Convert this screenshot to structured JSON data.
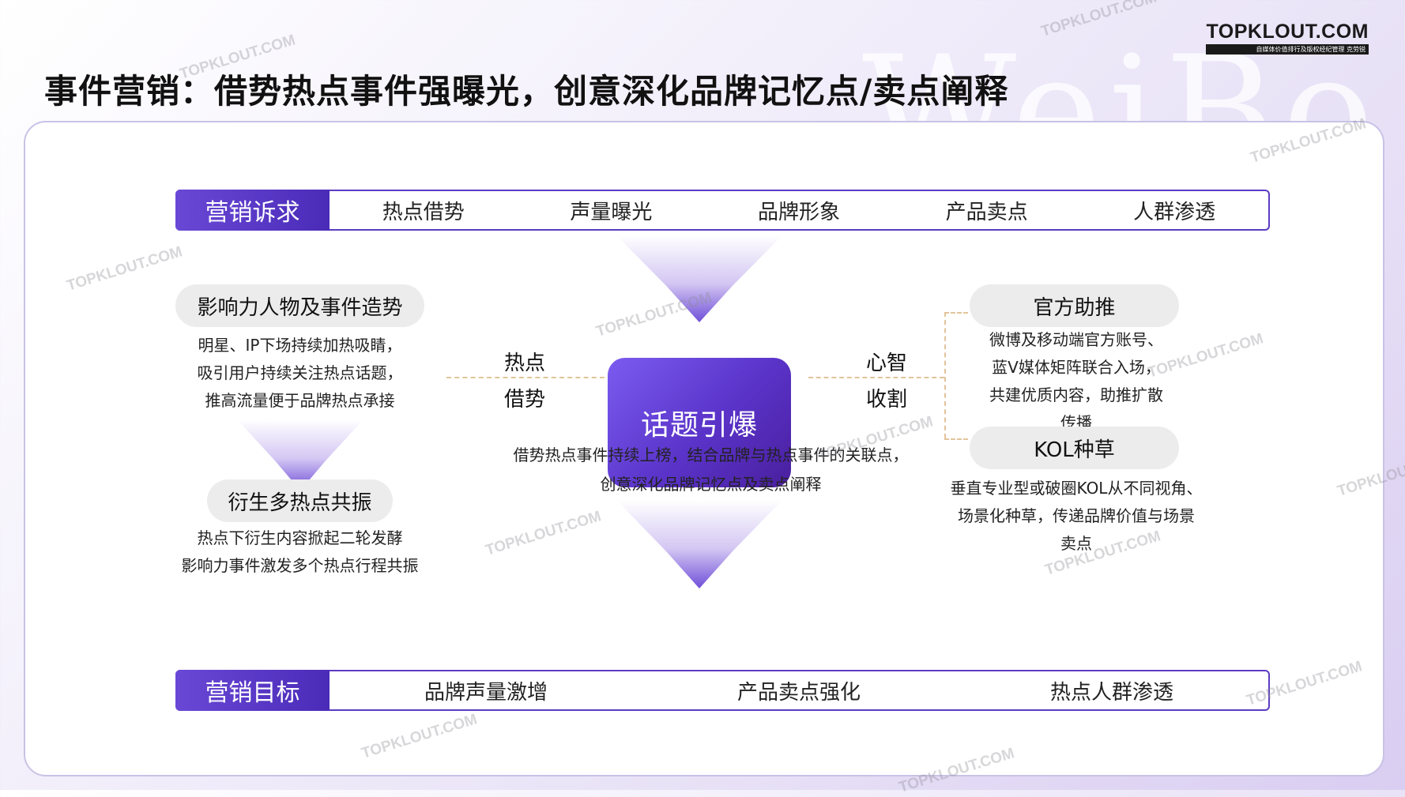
{
  "brand": {
    "background_word": "WeiBo",
    "logo": "TOPKLOUT.COM",
    "logo_sub": "自媒体价值排行及版权经纪管理 克劳锐",
    "watermark": "TOPKLOUT.COM",
    "accent": "#5b3cc4"
  },
  "title": "事件营销：借势热点事件强曝光，创意深化品牌记忆点/卖点阐释",
  "appeal": {
    "label": "营销诉求",
    "items": [
      "热点借势",
      "声量曝光",
      "品牌形象",
      "产品卖点",
      "人群渗透"
    ]
  },
  "left": {
    "pill1": "影响力人物及事件造势",
    "desc1": [
      "明星、IP下场持续加热吸睛，",
      "吸引用户持续关注热点话题，",
      "推高流量便于品牌热点承接"
    ],
    "pill2": "衍生多热点共振",
    "desc2": [
      "热点下衍生内容掀起二轮发酵",
      "影响力事件激发多个热点行程共振"
    ]
  },
  "center": {
    "left_label": [
      "热点",
      "借势"
    ],
    "box": "话题引爆",
    "right_label": [
      "心智",
      "收割"
    ],
    "desc": [
      "借势热点事件持续上榜，结合品牌与热点事件的关联点，",
      "创意深化品牌记忆点及卖点阐释"
    ]
  },
  "right": {
    "pill1": "官方助推",
    "desc1": [
      "微博及移动端官方账号、",
      "蓝V媒体矩阵联合入场，",
      "共建优质内容，助推扩散",
      "传播"
    ],
    "pill2": "KOL种草",
    "desc2": [
      "垂直专业型或破圈KOL从不同视角、",
      "场景化种草，传递品牌价值与场景",
      "卖点"
    ]
  },
  "goal": {
    "label": "营销目标",
    "items": [
      "品牌声量激增",
      "产品卖点强化",
      "热点人群渗透"
    ]
  }
}
